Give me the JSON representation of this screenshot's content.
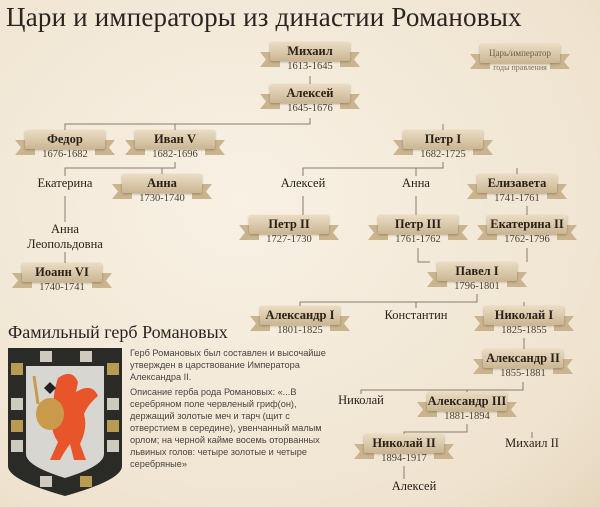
{
  "title": "Цари и императоры из династии Романовых",
  "legend": {
    "name": "Царь/император",
    "years": "годы правления"
  },
  "rulers": {
    "mikhail": {
      "name": "Михаил",
      "years": "1613-1645"
    },
    "aleksei": {
      "name": "Алексей",
      "years": "1645-1676"
    },
    "fedor": {
      "name": "Федор",
      "years": "1676-1682"
    },
    "ivan5": {
      "name": "Иван V",
      "years": "1682-1696"
    },
    "petr1": {
      "name": "Петр I",
      "years": "1682-1725"
    },
    "anna": {
      "name": "Анна",
      "years": "1730-1740"
    },
    "elizaveta": {
      "name": "Елизавета",
      "years": "1741-1761"
    },
    "petr2": {
      "name": "Петр II",
      "years": "1727-1730"
    },
    "petr3": {
      "name": "Петр III",
      "years": "1761-1762"
    },
    "ekaterina2": {
      "name": "Екатерина II",
      "years": "1762-1796"
    },
    "ioann6": {
      "name": "Иоанн VI",
      "years": "1740-1741"
    },
    "pavel1": {
      "name": "Павел I",
      "years": "1796-1801"
    },
    "aleksandr1": {
      "name": "Александр I",
      "years": "1801-1825"
    },
    "nikolai1": {
      "name": "Николай I",
      "years": "1825-1855"
    },
    "aleksandr2": {
      "name": "Александр II",
      "years": "1855-1881"
    },
    "aleksandr3": {
      "name": "Александр III",
      "years": "1881-1894"
    },
    "nikolai2": {
      "name": "Николай II",
      "years": "1894-1917"
    }
  },
  "relatives": {
    "ekaterina": "Екатерина",
    "anna_leop": "Анна Леопольдовна",
    "aleksei_p": "Алексей",
    "anna_p": "Анна",
    "konstantin": "Константин",
    "nikolai": "Николай",
    "mikhail2": "Михаил II",
    "aleksei_n": "Алексей"
  },
  "coat": {
    "title": "Фамильный герб Романовых",
    "p1": "Герб Романовых был составлен и высочайше утвержден в царствование Императора Александра II.",
    "p2": "Описание герба рода Романовых: «...В серебряном поле червленый гриф(он), держащий золотые меч и тарч (щит с отверстием в середине), увенчанный малым орлом; на черной кайме восемь оторванных львиных голов: четыре золотые и четыре серебряные»"
  }
}
